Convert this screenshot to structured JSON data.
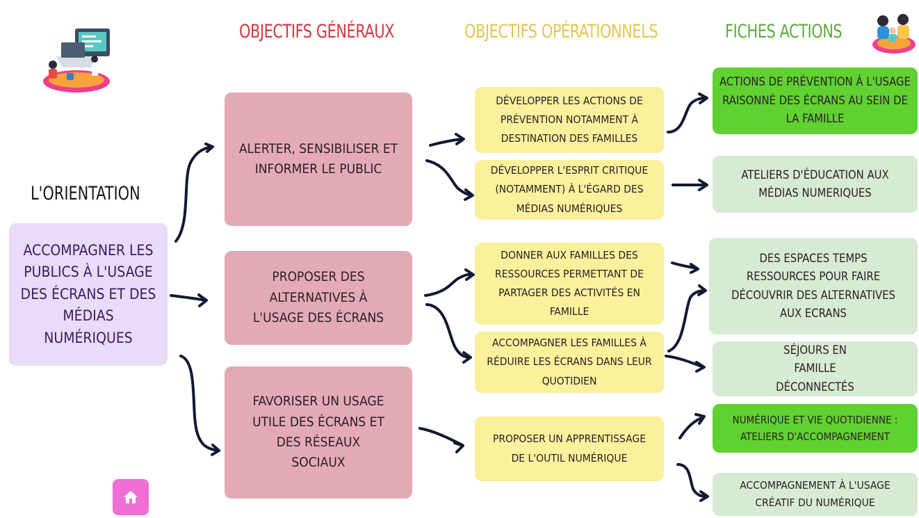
{
  "headers": {
    "objectifs_generaux": "OBJECTIFS GÉNÉRAUX",
    "objectifs_operationnels": "OBJECTIFS OPÉRATIONNELS",
    "fiches_actions": "FICHES ACTIONS"
  },
  "colors": {
    "header_generaux": "#d2393f",
    "header_operationnels": "#e8c44e",
    "header_fiches": "#5cae3a",
    "objectif_general_box": "#e3aab5",
    "objectif_operationnel_box": "#fbf09c",
    "fiche_highlight": "#5fd130",
    "fiche_pale": "#d7ead3",
    "orientation_box": "#e9dcfa",
    "home_button": "#f06fd6"
  },
  "orientation": {
    "title": "L'ORIENTATION",
    "text": "ACCOMPAGNER LES PUBLICS À L'USAGE DES ÉCRANS ET DES MÉDIAS NUMÉRIQUES"
  },
  "objectifs_generaux": [
    "ALERTER, SENSIBILISER ET INFORMER LE PUBLIC",
    "PROPOSER DES ALTERNATIVES À L'USAGE DES ÉCRANS",
    "FAVORISER UN USAGE UTILE DES ÉCRANS ET DES RÉSEAUX SOCIAUX"
  ],
  "objectifs_operationnels": [
    "DÉVELOPPER LES ACTIONS DE PRÉVENTION NOTAMMENT À DESTINATION DES FAMILLES",
    "DÉVELOPPER L'ESPRIT CRITIQUE (NOTAMMENT) À L'ÉGARD DES MÉDIAS NUMÉRIQUES",
    "DONNER AUX FAMILLES DES RESSOURCES PERMETTANT DE PARTAGER DES ACTIVITÉS EN FAMILLE",
    "ACCOMPAGNER LES FAMILLES À RÉDUIRE LES ÉCRANS DANS LEUR QUOTIDIEN",
    "PROPOSER UN APPRENTISSAGE DE L'OUTIL NUMÉRIQUE"
  ],
  "fiches_actions": [
    "ACTIONS DE PRÉVENTION À L'USAGE RAISONNÉ DES ÉCRANS AU SEIN DE LA FAMILLE",
    "ATELIERS D'ÉDUCATION AUX MÉDIAS NUMERIQUES",
    "DES ESPACES TEMPS RESSOURCES POUR FAIRE DÉCOUVRIR DES ALTERNATIVES AUX ECRANS",
    "SÉJOURS EN FAMILLE DÉCONNECTÉS",
    "NUMÉRIQUE ET VIE QUOTIDIENNE : ATELIERS D'ACCOMPAGNEMENT",
    "ACCOMPAGNEMENT À L'USAGE CRÉATIF DU NUMÉRIQUE"
  ],
  "icons": {
    "top_left": "computer-illustration-icon",
    "top_right": "family-illustration-icon",
    "home": "home-icon"
  }
}
